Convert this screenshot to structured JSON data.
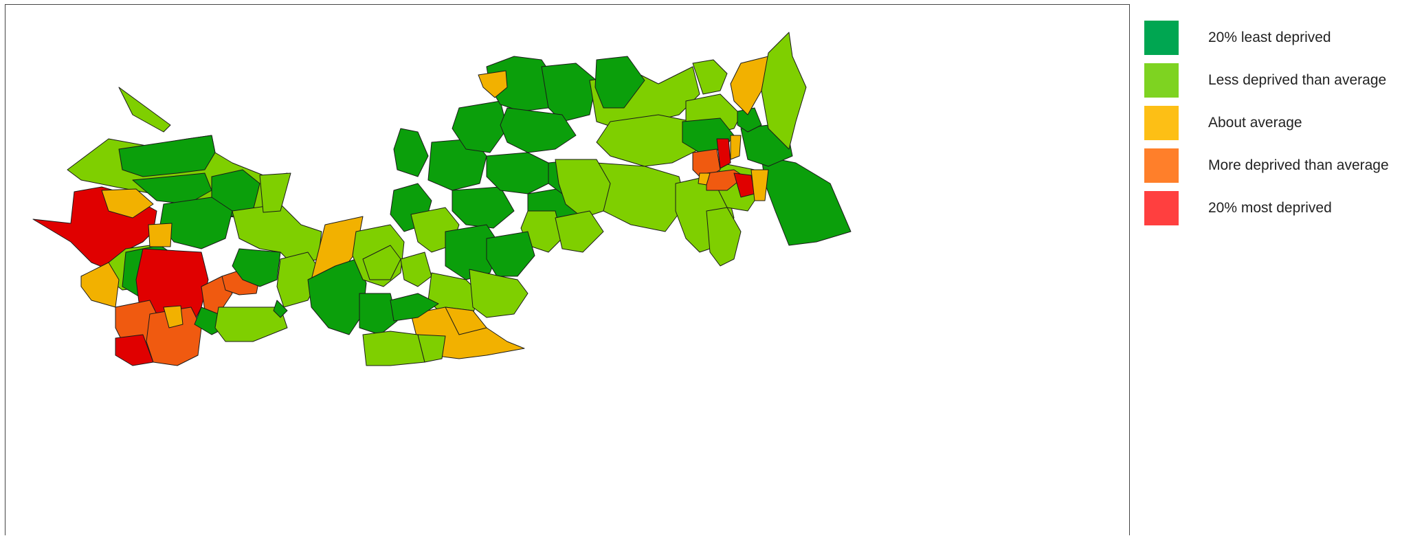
{
  "legend": {
    "items": [
      {
        "label": "20% least deprived",
        "color": "#00a651"
      },
      {
        "label": "Less deprived  than average",
        "color": "#7ed321"
      },
      {
        "label": "About average",
        "color": "#fdbf15"
      },
      {
        "label": "More deprived  than average",
        "color": "#ff7f2a"
      },
      {
        "label": "20% most deprived",
        "color": "#ff3f3f"
      }
    ]
  },
  "map": {
    "fill_colors": {
      "least": "#0b9f0b",
      "less": "#7fcf00",
      "average": "#f2b100",
      "more": "#f05a10",
      "most": "#e00000"
    },
    "stroke_color": "#1a1a1a"
  }
}
